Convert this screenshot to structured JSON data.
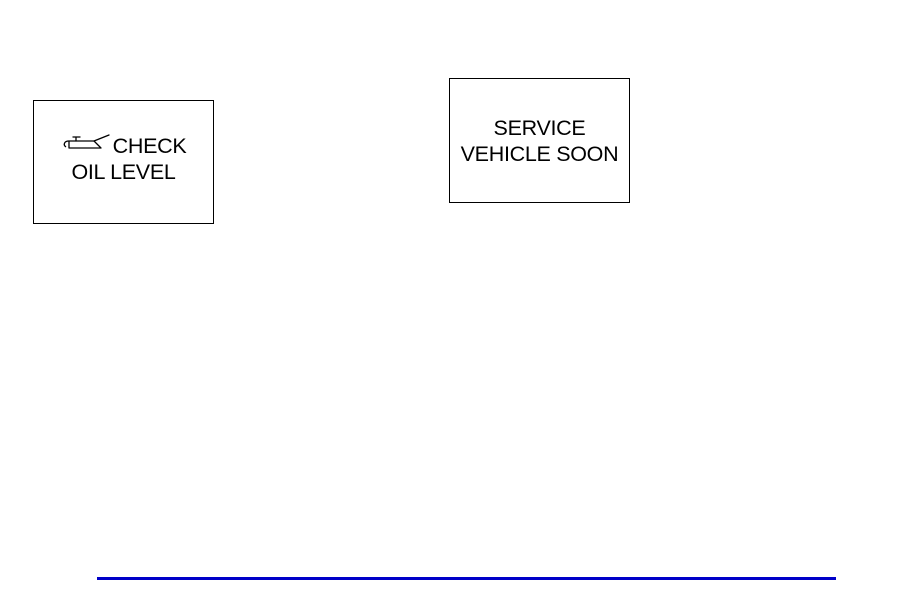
{
  "indicators": {
    "oil": {
      "icon": "oil-can-icon",
      "line1": "CHECK",
      "line2": "OIL LEVEL"
    },
    "service": {
      "line1": "SERVICE",
      "line2": "VEHICLE SOON"
    }
  },
  "colors": {
    "rule": "#0000c8",
    "border": "#000000",
    "text": "#000000"
  }
}
